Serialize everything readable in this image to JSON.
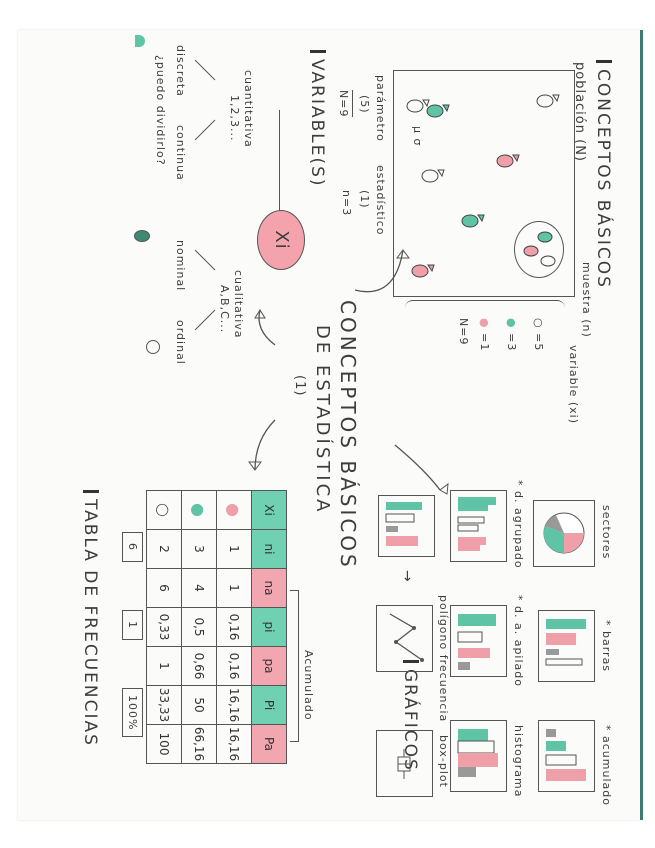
{
  "page": {
    "orientation": "rotated 90° clockwise",
    "colors": {
      "pink": "#ee9fa8",
      "teal": "#5fc4a6",
      "ink": "#3d3d3d",
      "edge": "#3b7d6e"
    }
  },
  "main_title": {
    "line1": "CONCEPTOS BÁSICOS",
    "line2": "DE ESTADÍSTICA",
    "number": "(1)"
  },
  "concepts": {
    "heading": "CONCEPTOS BÁSICOS",
    "population_label": "población (N)",
    "sample_label": "muestra (n)",
    "variable_label": "variable (xi)",
    "parameter_label": "parámetro",
    "statistic_label": "estadístico",
    "parameter_value": "(5)",
    "statistic_value": "(1)",
    "N_value": "N=9",
    "n_value": "n=3",
    "counts": [
      {
        "fish": "white",
        "value": "=5"
      },
      {
        "fish": "teal",
        "value": "=3"
      },
      {
        "fish": "pink",
        "value": "=1"
      }
    ],
    "total": "N=9"
  },
  "variables": {
    "heading": "VARIABLE(S)",
    "center_symbol": "Xi",
    "quantitative": {
      "label": "cuantitativa",
      "example": "1,2,3..."
    },
    "qualitative": {
      "label": "cualitativa",
      "example": "A,B,C..."
    },
    "discrete": "discreta",
    "continuous": "continua",
    "nominal": "nominal",
    "ordinal": "ordinal",
    "question": "¿puedo dividirlo?"
  },
  "graphs": {
    "heading": "GRÁFICOS",
    "items": [
      {
        "label": "sectores",
        "type": "pie"
      },
      {
        "label": "* barras",
        "type": "bar"
      },
      {
        "label": "* acumulado",
        "type": "cumulative-bar"
      },
      {
        "label": "* d. agrupado",
        "type": "grouped-bar"
      },
      {
        "label": "* d. a. apilado",
        "type": "stacked-bar"
      },
      {
        "label": "histograma",
        "type": "histogram"
      },
      {
        "label": "",
        "type": "bar-small"
      },
      {
        "label": "polígono frecuencia",
        "type": "frequency-polygon"
      },
      {
        "label": "box-plot",
        "type": "box-plot"
      }
    ]
  },
  "table": {
    "heading": "TABLA DE FRECUENCIAS",
    "accumulated_label": "Acumulado",
    "headers": [
      "Xi",
      "ni",
      "na",
      "pi",
      "pa",
      "Pi",
      "Pa"
    ],
    "rows": [
      {
        "fish": "pink",
        "cells": [
          "1",
          "1",
          "0,16",
          "0,16",
          "16,16",
          "16,16"
        ]
      },
      {
        "fish": "teal",
        "cells": [
          "3",
          "4",
          "0,5",
          "0,66",
          "50",
          "66,16"
        ]
      },
      {
        "fish": "white",
        "cells": [
          "2",
          "6",
          "0,33",
          "1",
          "33,33",
          "100"
        ]
      }
    ],
    "totals": {
      "ni": "6",
      "pi": "1",
      "Pi": "100%"
    }
  },
  "chart_data": {
    "type": "table",
    "title": "TABLA DE FRECUENCIAS",
    "columns": [
      "Xi",
      "ni",
      "na",
      "pi",
      "pa",
      "Pi",
      "Pa"
    ],
    "rows": [
      [
        "pink fish",
        1,
        1,
        0.16,
        0.16,
        16.16,
        16.16
      ],
      [
        "teal fish",
        3,
        4,
        0.5,
        0.66,
        50,
        66.16
      ],
      [
        "white fish",
        2,
        6,
        0.33,
        1,
        33.33,
        100
      ]
    ],
    "totals": {
      "ni": 6,
      "pi": 1,
      "Pi": "100%"
    }
  }
}
